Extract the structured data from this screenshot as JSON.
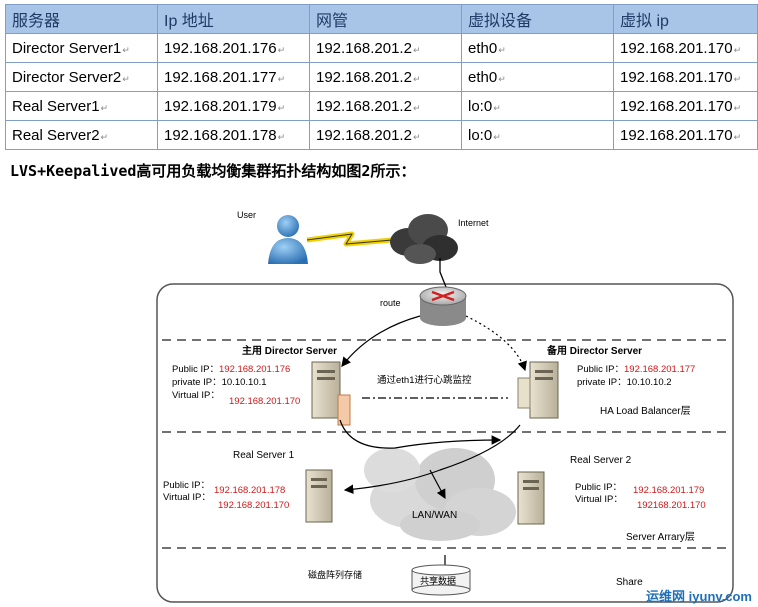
{
  "table": {
    "headers": [
      "服务器",
      "Ip 地址",
      "网管",
      "虚拟设备",
      "虚拟 ip"
    ],
    "rows": [
      [
        "Director Server1",
        "192.168.201.176",
        "192.168.201.2",
        "eth0",
        "192.168.201.170"
      ],
      [
        "Director Server2",
        "192.168.201.177",
        "192.168.201.2",
        "eth0",
        "192.168.201.170"
      ],
      [
        "Real Server1",
        "192.168.201.179",
        "192.168.201.2",
        "lo:0",
        "192.168.201.170"
      ],
      [
        "Real Server2",
        "192.168.201.178",
        "192.168.201.2",
        "lo:0",
        "192.168.201.170"
      ]
    ]
  },
  "caption": "LVS+Keepalived高可用负载均衡集群拓扑结构如图2所示：",
  "diagram": {
    "user_label": "User",
    "internet_label": "Internet",
    "route_label": "route",
    "heartbeat_label": "通过eth1进行心跳监控",
    "ha_layer_label": "HA Load Balancer层",
    "server_array_label": "Server Arrary层",
    "storage_layer_label": "磁盘阵列存储",
    "shared_layer_label": "Share",
    "lan_wan_label": "LAN/WAN",
    "shared_data_label": "共享数据",
    "master": {
      "role": "主用 Director Server",
      "public_key": "Public IP：",
      "public_ip": "192.168.201.176",
      "private_key": "private IP：",
      "private_ip": "10.10.10.1",
      "virtual_key": "Virtual IP：",
      "virtual_ip": "192.168.201.170"
    },
    "backup": {
      "role": "备用 Director Server",
      "public_key": "Public IP：",
      "public_ip": "192.168.201.177",
      "private_key": "private IP：",
      "private_ip": "10.10.10.2"
    },
    "real1": {
      "role": "Real Server 1",
      "public_key": "Public IP：",
      "public_ip": "192.168.201.178",
      "virtual_key": "Virtual IP：",
      "virtual_ip": "192.168.201.170"
    },
    "real2": {
      "role": "Real Server 2",
      "public_key": "Public IP：",
      "public_ip": "192.168.201.179",
      "virtual_key": "Virtual IP：",
      "virtual_ip": "192168.201.170"
    },
    "watermark": "运维网 iyunv.com"
  }
}
